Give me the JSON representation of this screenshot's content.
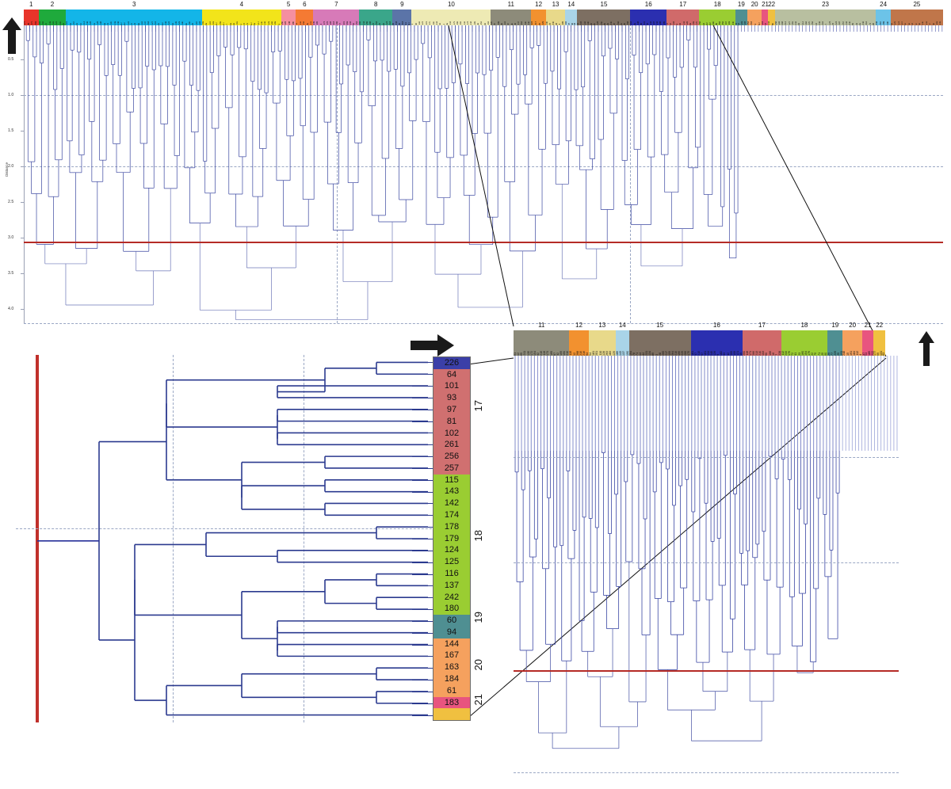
{
  "figure": {
    "type": "hierarchical-clustering-dendrogram",
    "panels": [
      "main-dendrogram",
      "detail-inset-left",
      "detail-inset-right"
    ],
    "colors": {
      "link": "#2b3a8f",
      "link_pale": "#8e9ad6",
      "threshold": "#b52b26",
      "grid": "#9aa7c4",
      "axis": "#9aa0b4",
      "arrow": "#1a1a1a"
    }
  },
  "main": {
    "axis": {
      "title": "Distance",
      "ticks": [
        "0.5",
        "1.0",
        "1.5",
        "2.0",
        "2.5",
        "3.0",
        "3.5",
        "4.0"
      ],
      "tick_values": [
        0.5,
        1.0,
        1.5,
        2.0,
        2.5,
        3.0,
        3.5,
        4.0
      ],
      "range": [
        0.0,
        4.2
      ],
      "threshold": 3.0
    },
    "cluster_numbers": [
      "1",
      "2",
      "3",
      "4",
      "5",
      "6",
      "7",
      "8",
      "9",
      "10",
      "11",
      "12",
      "13",
      "14",
      "15",
      "16",
      "17",
      "18",
      "19",
      "20",
      "21",
      "22",
      "23",
      "24",
      "25"
    ]
  },
  "inset_right": {
    "cluster_numbers": [
      "11",
      "12",
      "13",
      "14",
      "15",
      "16",
      "17",
      "18",
      "19",
      "20",
      "21",
      "22"
    ]
  },
  "inset_left": {
    "leaves": [
      {
        "label": "226",
        "color": "#3b3fa8",
        "group": ""
      },
      {
        "label": "64",
        "color": "#d07070",
        "group": ""
      },
      {
        "label": "101",
        "color": "#d07070",
        "group": ""
      },
      {
        "label": "93",
        "color": "#d07070",
        "group": ""
      },
      {
        "label": "97",
        "color": "#d07070",
        "group": "17"
      },
      {
        "label": "81",
        "color": "#d07070",
        "group": ""
      },
      {
        "label": "102",
        "color": "#d07070",
        "group": ""
      },
      {
        "label": "261",
        "color": "#d07070",
        "group": ""
      },
      {
        "label": "256",
        "color": "#d07070",
        "group": ""
      },
      {
        "label": "257",
        "color": "#d07070",
        "group": ""
      },
      {
        "label": "115",
        "color": "#9acd32",
        "group": ""
      },
      {
        "label": "143",
        "color": "#9acd32",
        "group": ""
      },
      {
        "label": "142",
        "color": "#9acd32",
        "group": ""
      },
      {
        "label": "174",
        "color": "#9acd32",
        "group": ""
      },
      {
        "label": "178",
        "color": "#9acd32",
        "group": ""
      },
      {
        "label": "179",
        "color": "#9acd32",
        "group": "18"
      },
      {
        "label": "124",
        "color": "#9acd32",
        "group": ""
      },
      {
        "label": "125",
        "color": "#9acd32",
        "group": ""
      },
      {
        "label": "116",
        "color": "#9acd32",
        "group": ""
      },
      {
        "label": "137",
        "color": "#9acd32",
        "group": ""
      },
      {
        "label": "242",
        "color": "#9acd32",
        "group": ""
      },
      {
        "label": "180",
        "color": "#9acd32",
        "group": ""
      },
      {
        "label": "60",
        "color": "#4f8f92",
        "group": "19"
      },
      {
        "label": "94",
        "color": "#4f8f92",
        "group": ""
      },
      {
        "label": "144",
        "color": "#f5a15e",
        "group": ""
      },
      {
        "label": "167",
        "color": "#f5a15e",
        "group": ""
      },
      {
        "label": "163",
        "color": "#f5a15e",
        "group": "20"
      },
      {
        "label": "184",
        "color": "#f5a15e",
        "group": ""
      },
      {
        "label": "61",
        "color": "#f5a15e",
        "group": ""
      },
      {
        "label": "183",
        "color": "#e8547f",
        "group": "21"
      },
      {
        "label": "",
        "color": "#f0c040",
        "group": ""
      }
    ]
  },
  "chart_data": {
    "type": "dendrogram",
    "title": "",
    "xlabel": "",
    "ylabel": "Distance",
    "ylim": [
      0.0,
      4.2
    ],
    "color_threshold": 3.0,
    "n_clusters": 25,
    "clusters": [
      {
        "id": "1",
        "color": "#e8342a",
        "start_pct": 0.0,
        "width_pct": 1.6
      },
      {
        "id": "2",
        "color": "#1faa3c",
        "start_pct": 1.6,
        "width_pct": 3.0
      },
      {
        "id": "3",
        "color": "#13b5e8",
        "start_pct": 4.6,
        "width_pct": 14.8
      },
      {
        "id": "4",
        "color": "#f2e41a",
        "start_pct": 19.4,
        "width_pct": 8.6
      },
      {
        "id": "5",
        "color": "#f58fa0",
        "start_pct": 28.0,
        "width_pct": 1.6
      },
      {
        "id": "6",
        "color": "#f57a33",
        "start_pct": 29.6,
        "width_pct": 1.9
      },
      {
        "id": "7",
        "color": "#d77ab8",
        "start_pct": 31.5,
        "width_pct": 5.0
      },
      {
        "id": "8",
        "color": "#3aa68a",
        "start_pct": 36.5,
        "width_pct": 3.6
      },
      {
        "id": "9",
        "color": "#5b74a8",
        "start_pct": 40.1,
        "width_pct": 2.1
      },
      {
        "id": "10",
        "color": "#eeeab4",
        "start_pct": 42.2,
        "width_pct": 8.6
      },
      {
        "id": "11",
        "color": "#8d8b7a",
        "start_pct": 50.8,
        "width_pct": 4.4
      },
      {
        "id": "12",
        "color": "#f2912f",
        "start_pct": 55.2,
        "width_pct": 1.6
      },
      {
        "id": "13",
        "color": "#e8d98a",
        "start_pct": 56.8,
        "width_pct": 2.1
      },
      {
        "id": "14",
        "color": "#a9d4e8",
        "start_pct": 58.9,
        "width_pct": 1.3
      },
      {
        "id": "15",
        "color": "#7d6f62",
        "start_pct": 60.2,
        "width_pct": 5.8
      },
      {
        "id": "16",
        "color": "#2b2fb0",
        "start_pct": 66.0,
        "width_pct": 3.9
      },
      {
        "id": "17",
        "color": "#d06a6a",
        "start_pct": 69.9,
        "width_pct": 3.6
      },
      {
        "id": "18",
        "color": "#9acd32",
        "start_pct": 73.5,
        "width_pct": 3.9
      },
      {
        "id": "19",
        "color": "#4f8f92",
        "start_pct": 77.4,
        "width_pct": 1.3
      },
      {
        "id": "20",
        "color": "#f5a15e",
        "start_pct": 78.7,
        "width_pct": 1.6
      },
      {
        "id": "21",
        "color": "#e8547f",
        "start_pct": 80.3,
        "width_pct": 0.7
      },
      {
        "id": "22",
        "color": "#f0c040",
        "start_pct": 81.0,
        "width_pct": 0.7
      },
      {
        "id": "23",
        "color": "#b8bfa0",
        "start_pct": 81.7,
        "width_pct": 11.0
      },
      {
        "id": "24",
        "color": "#6cc3e8",
        "start_pct": 92.7,
        "width_pct": 1.6
      },
      {
        "id": "25",
        "color": "#c0764a",
        "start_pct": 94.3,
        "width_pct": 5.7
      }
    ],
    "inset_right_clusters": [
      {
        "id": "11",
        "color": "#8d8b7a",
        "start_pct": 0.0,
        "width_pct": 14.5
      },
      {
        "id": "12",
        "color": "#f2912f",
        "start_pct": 14.5,
        "width_pct": 5.0
      },
      {
        "id": "13",
        "color": "#e8d98a",
        "start_pct": 19.5,
        "width_pct": 7.0
      },
      {
        "id": "14",
        "color": "#a9d4e8",
        "start_pct": 26.5,
        "width_pct": 3.5
      },
      {
        "id": "15",
        "color": "#7d6f62",
        "start_pct": 30.0,
        "width_pct": 16.0
      },
      {
        "id": "16",
        "color": "#2b2fb0",
        "start_pct": 46.0,
        "width_pct": 13.5
      },
      {
        "id": "17",
        "color": "#d06a6a",
        "start_pct": 59.5,
        "width_pct": 10.0
      },
      {
        "id": "18",
        "color": "#9acd32",
        "start_pct": 69.5,
        "width_pct": 12.0
      },
      {
        "id": "19",
        "color": "#4f8f92",
        "start_pct": 81.5,
        "width_pct": 4.0
      },
      {
        "id": "20",
        "color": "#f5a15e",
        "start_pct": 85.5,
        "width_pct": 5.0
      },
      {
        "id": "21",
        "color": "#e8547f",
        "start_pct": 90.5,
        "width_pct": 3.0
      },
      {
        "id": "22",
        "color": "#f0c040",
        "start_pct": 93.5,
        "width_pct": 3.0
      }
    ]
  }
}
